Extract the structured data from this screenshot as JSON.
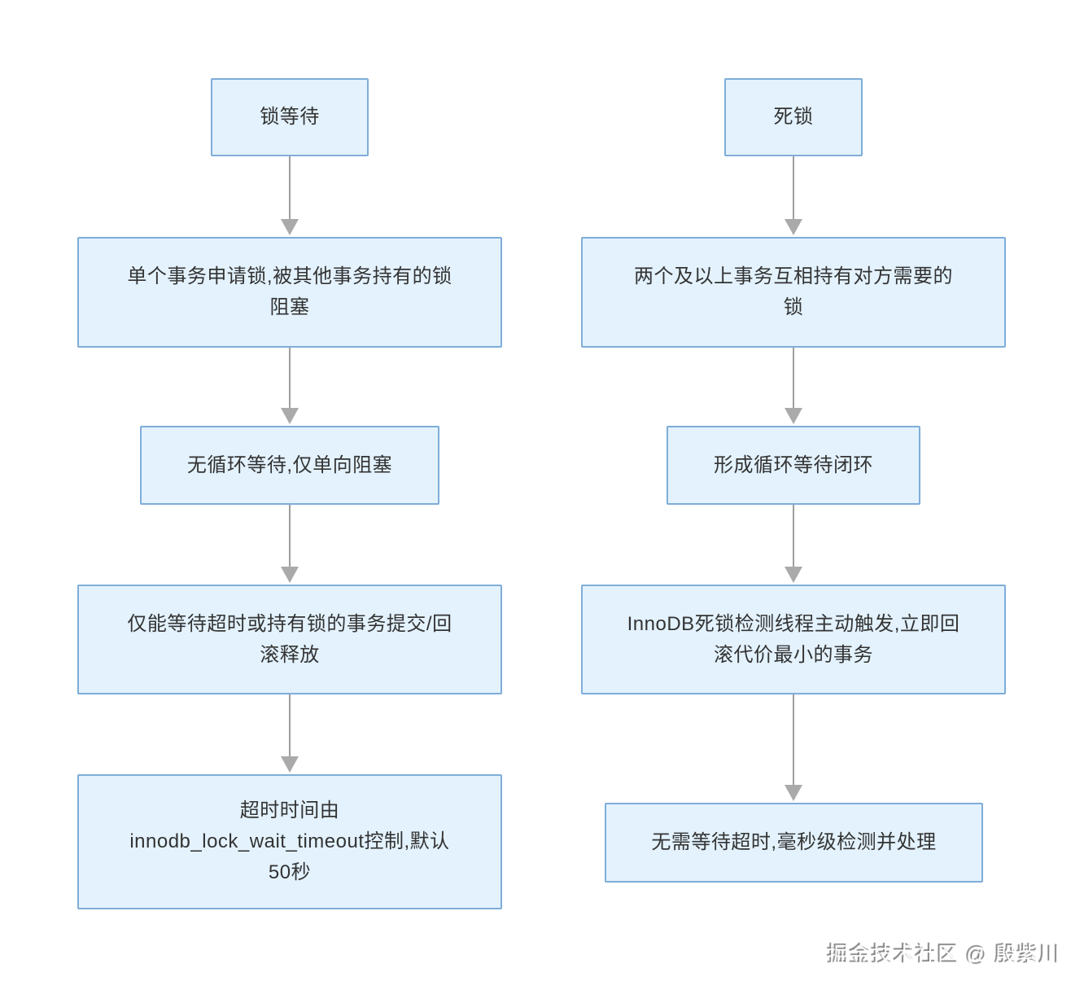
{
  "diagram": {
    "type": "flowchart",
    "colors": {
      "node_fill": "#e3f2fd",
      "node_border": "#7fadd9",
      "arrow": "#9e9e9e",
      "text": "#333333"
    },
    "columns": [
      {
        "id": "lock-wait",
        "title": "锁等待",
        "steps": [
          "单个事务申请锁,被其他事务持有的锁\n阻塞",
          "无循环等待,仅单向阻塞",
          "仅能等待超时或持有锁的事务提交/回\n滚释放",
          "超时时间由\ninnodb_lock_wait_timeout控制,默认\n50秒"
        ]
      },
      {
        "id": "deadlock",
        "title": "死锁",
        "steps": [
          "两个及以上事务互相持有对方需要的\n锁",
          "形成循环等待闭环",
          "InnoDB死锁检测线程主动触发,立即回\n滚代价最小的事务",
          "无需等待超时,毫秒级检测并处理"
        ]
      }
    ],
    "watermark": "掘金技术社区 @ 殷紫川"
  }
}
